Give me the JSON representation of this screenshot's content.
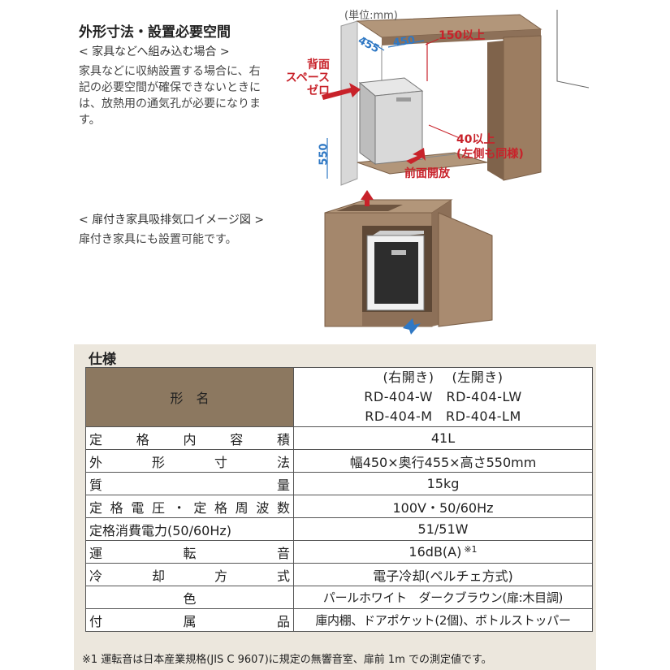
{
  "installation": {
    "heading": "外形寸法・設置必要空間",
    "built_in_title": "< 家具などへ組み込む場合 >",
    "built_in_text": "家具などに収納設置する場合に、右記の必要空間が確保できないときには、放熱用の通気孔が必要になります。",
    "door_title": "< 扉付き家具吸排気口イメージ図 >",
    "door_text": "扉付き家具にも設置可能です。"
  },
  "diagram": {
    "unit": "(単位:mm)",
    "depth": "455",
    "width": "450",
    "height": "550",
    "top_clearance": "150以上",
    "back_line1": "背面",
    "back_line2": "スペース",
    "back_line3": "ゼロ",
    "side_line1": "40以上",
    "side_line2": "(左側も同様)",
    "front_open": "前面開放",
    "colors": {
      "red": "#c8222a",
      "blue": "#2f78c4",
      "wood": "#9c7d61",
      "wood_dark": "#7a5e46"
    }
  },
  "spec": {
    "title": "仕様",
    "model_label": "形　名",
    "model_line1": "(右開き)　 (左開き)",
    "model_line2": "RD-404-W　RD-404-LW",
    "model_line3": "RD-404-M　RD-404-LM",
    "rows": [
      {
        "key": "定格内容積",
        "value": "41L"
      },
      {
        "key": "外形寸法",
        "value": "幅450×奥行455×高さ550mm"
      },
      {
        "key": "質量",
        "value": "15kg"
      },
      {
        "key": "定格電圧・定格周波数",
        "value": "100V・50/60Hz"
      },
      {
        "key": "定格消費電力(50/60Hz)",
        "value": "51/51W"
      },
      {
        "key": "運転音",
        "value": "16dB(A)",
        "note": "※1"
      },
      {
        "key": "冷却方式",
        "value": "電子冷却(ペルチェ方式)"
      },
      {
        "key": "色",
        "value": "パールホワイト　ダークブラウン(扉:木目調)"
      },
      {
        "key": "付属品",
        "value": "庫内棚、ドアポケット(2個)、ボトルストッパー"
      }
    ],
    "footnote": "※1 運転音は日本産業規格(JIS C 9607)に規定の無響音室、扉前 1m での測定値です。"
  }
}
